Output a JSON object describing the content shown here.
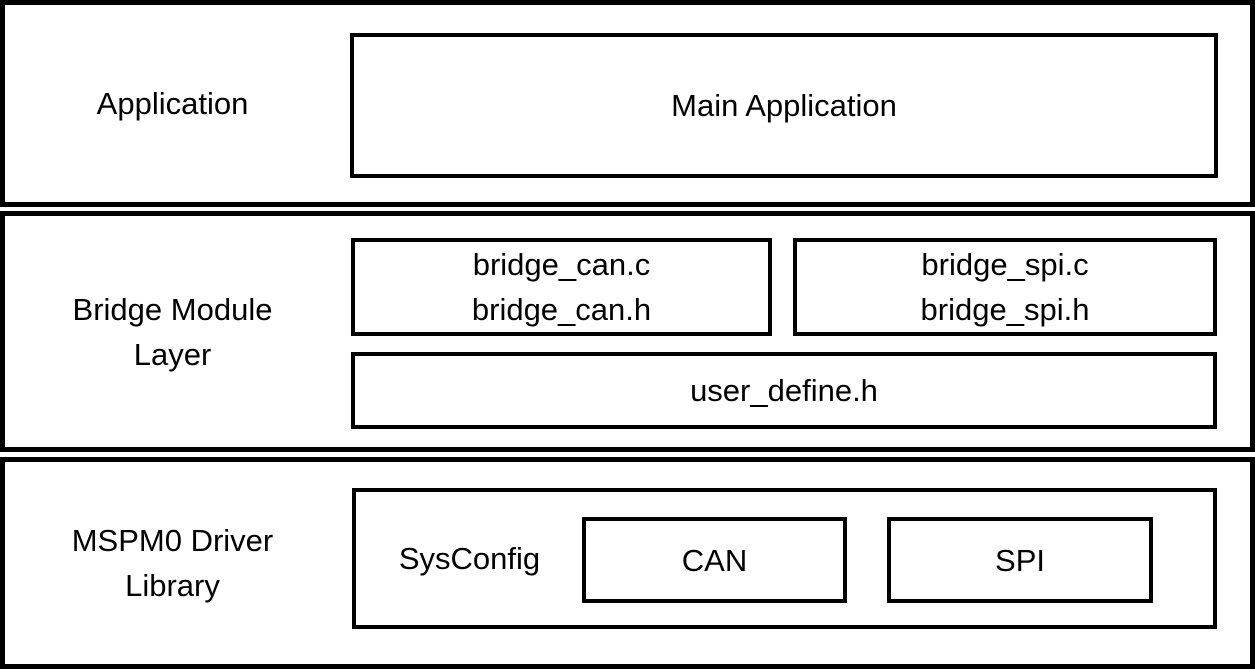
{
  "colors": {
    "border": "#000000",
    "background": "#ffffff",
    "text": "#000000"
  },
  "layers": {
    "application": {
      "label": "Application",
      "main_box_label": "Main Application"
    },
    "bridge_module": {
      "label_line1": "Bridge Module",
      "label_line2": "Layer",
      "can_box_line1": "bridge_can.c",
      "can_box_line2": "bridge_can.h",
      "spi_box_line1": "bridge_spi.c",
      "spi_box_line2": "bridge_spi.h",
      "user_define_box_label": "user_define.h"
    },
    "mspm0_driver_library": {
      "label_line1": "MSPM0 Driver",
      "label_line2": "Library",
      "sysconfig_label": "SysConfig",
      "can_box_label": "CAN",
      "spi_box_label": "SPI"
    }
  }
}
